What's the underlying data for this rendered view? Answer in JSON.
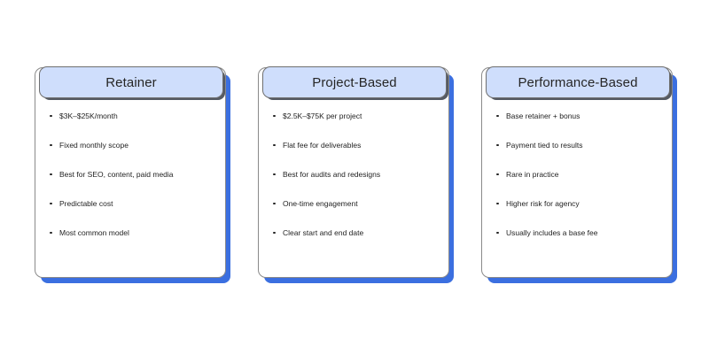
{
  "canvas": {
    "background_color": "#ffffff",
    "accent_color": "#3b6fe0",
    "header_fill_color": "#cfdefc",
    "border_color": "#8a8a8a",
    "text_color": "#232323"
  },
  "cards": [
    {
      "title": "Retainer",
      "bullets": [
        "$3K–$25K/month",
        "Fixed monthly scope",
        "Best for SEO, content, paid media",
        "Predictable cost",
        "Most common model"
      ]
    },
    {
      "title": "Project-Based",
      "bullets": [
        "$2.5K–$75K per project",
        "Flat fee for deliverables",
        "Best for audits and redesigns",
        "One-time engagement",
        "Clear start and end date"
      ]
    },
    {
      "title": "Performance-Based",
      "bullets": [
        "Base retainer + bonus",
        "Payment tied to results",
        "Rare in practice",
        "Higher risk for agency",
        "Usually includes a base fee"
      ]
    }
  ]
}
